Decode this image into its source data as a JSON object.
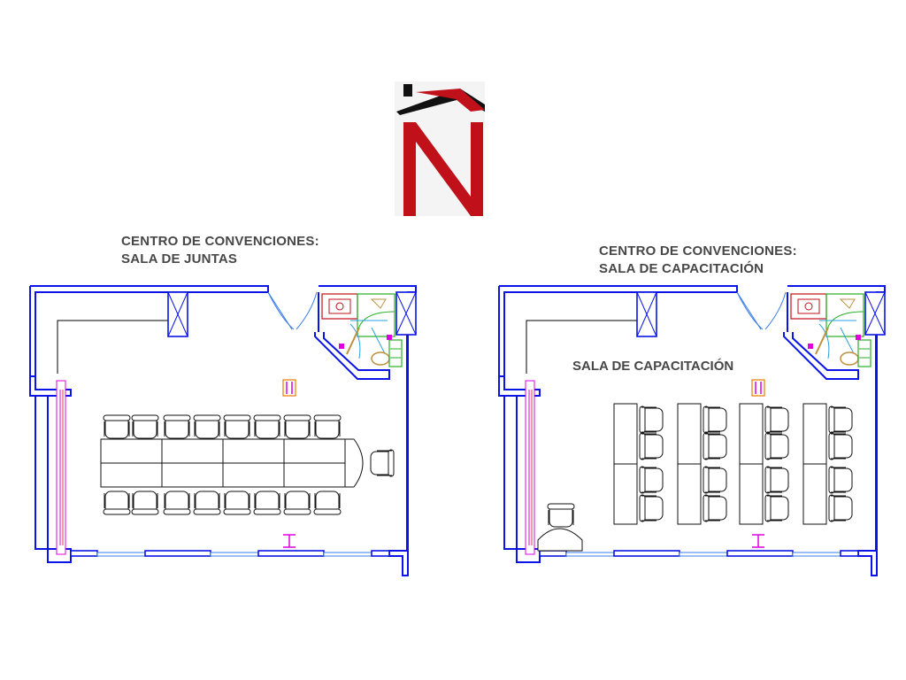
{
  "logo": {
    "name": "Ñ-logo",
    "colors": {
      "red": "#c0101a",
      "black": "#111111"
    }
  },
  "plans": [
    {
      "id": "juntas",
      "caption_line1": "CENTRO DE CONVENCIONES:",
      "caption_line2": "SALA DE JUNTAS",
      "room_label": ""
    },
    {
      "id": "capacitacion",
      "caption_line1": "CENTRO DE CONVENCIONES:",
      "caption_line2": "SALA DE CAPACITACIÓN",
      "room_label": "SALA DE CAPACITACIÓN"
    }
  ],
  "colors": {
    "wall": "#0a14e6",
    "window": "#3a7de8",
    "column": "#e000e0",
    "accent": "#e87a00"
  }
}
